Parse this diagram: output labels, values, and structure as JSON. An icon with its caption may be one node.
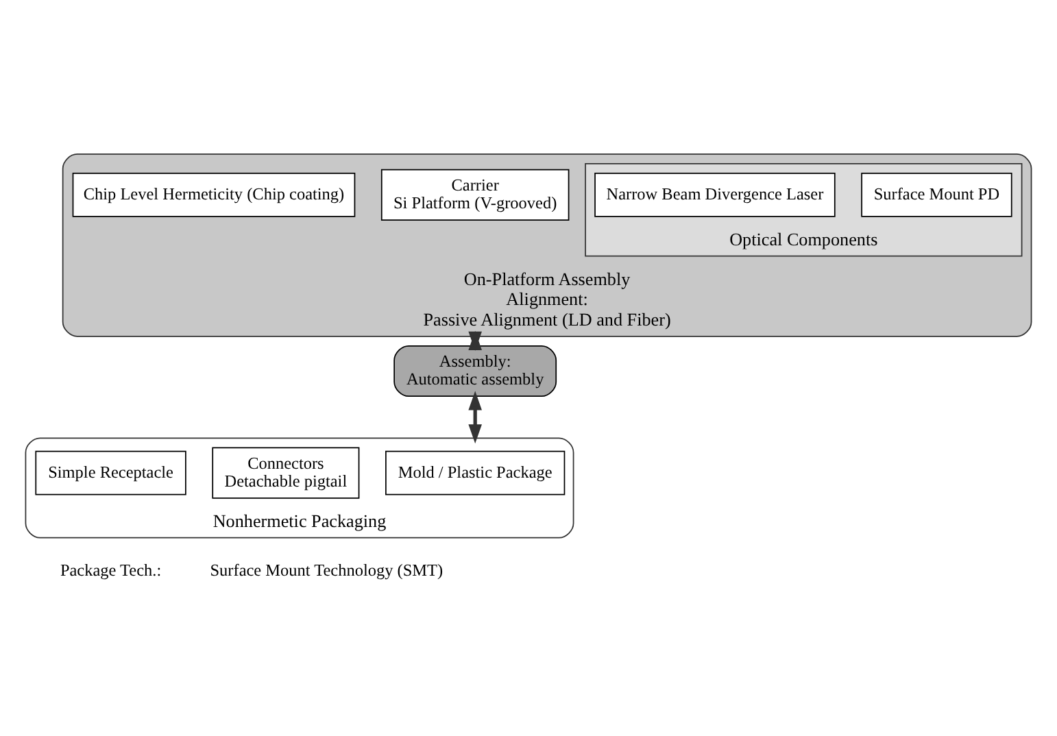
{
  "diagram": {
    "nodes": [
      {
        "text": [
          "On-Platform Assembly",
          "Alignment:",
          "Passive Alignment (LD and Fiber)"
        ]
      },
      {
        "text": [
          "Carrier",
          "Si Platform (V-grooved)"
        ],
        "in": 0
      },
      {
        "text": [
          "Optical Components"
        ],
        "in": 0
      },
      {
        "text": [
          "Surface Mount PD"
        ],
        "in": 2
      },
      {
        "text": [
          "Narrow Beam Divergence Laser"
        ],
        "in": 2
      },
      {
        "text": [
          "Chip Level Hermeticity (Chip coating)"
        ],
        "in": 0
      },
      {
        "text": [
          "Assembly:",
          "Automatic assembly"
        ]
      },
      {
        "text": [
          "Nonhermetic Packaging"
        ]
      },
      {
        "text": [
          "Mold / Plastic Package"
        ],
        "in": 7
      },
      {
        "text": [
          "Connectors",
          "Detachable pigtail"
        ],
        "in": 7
      },
      {
        "text": [
          "Simple Receptacle"
        ],
        "in": 7
      }
    ],
    "edges": [
      {
        "from": 0,
        "to": 6,
        "arrow": "both"
      },
      {
        "from": 6,
        "to": 7,
        "arrow": "both"
      }
    ],
    "labels": [
      "Package Tech.:",
      "Surface Mount Technology (SMT)"
    ]
  }
}
